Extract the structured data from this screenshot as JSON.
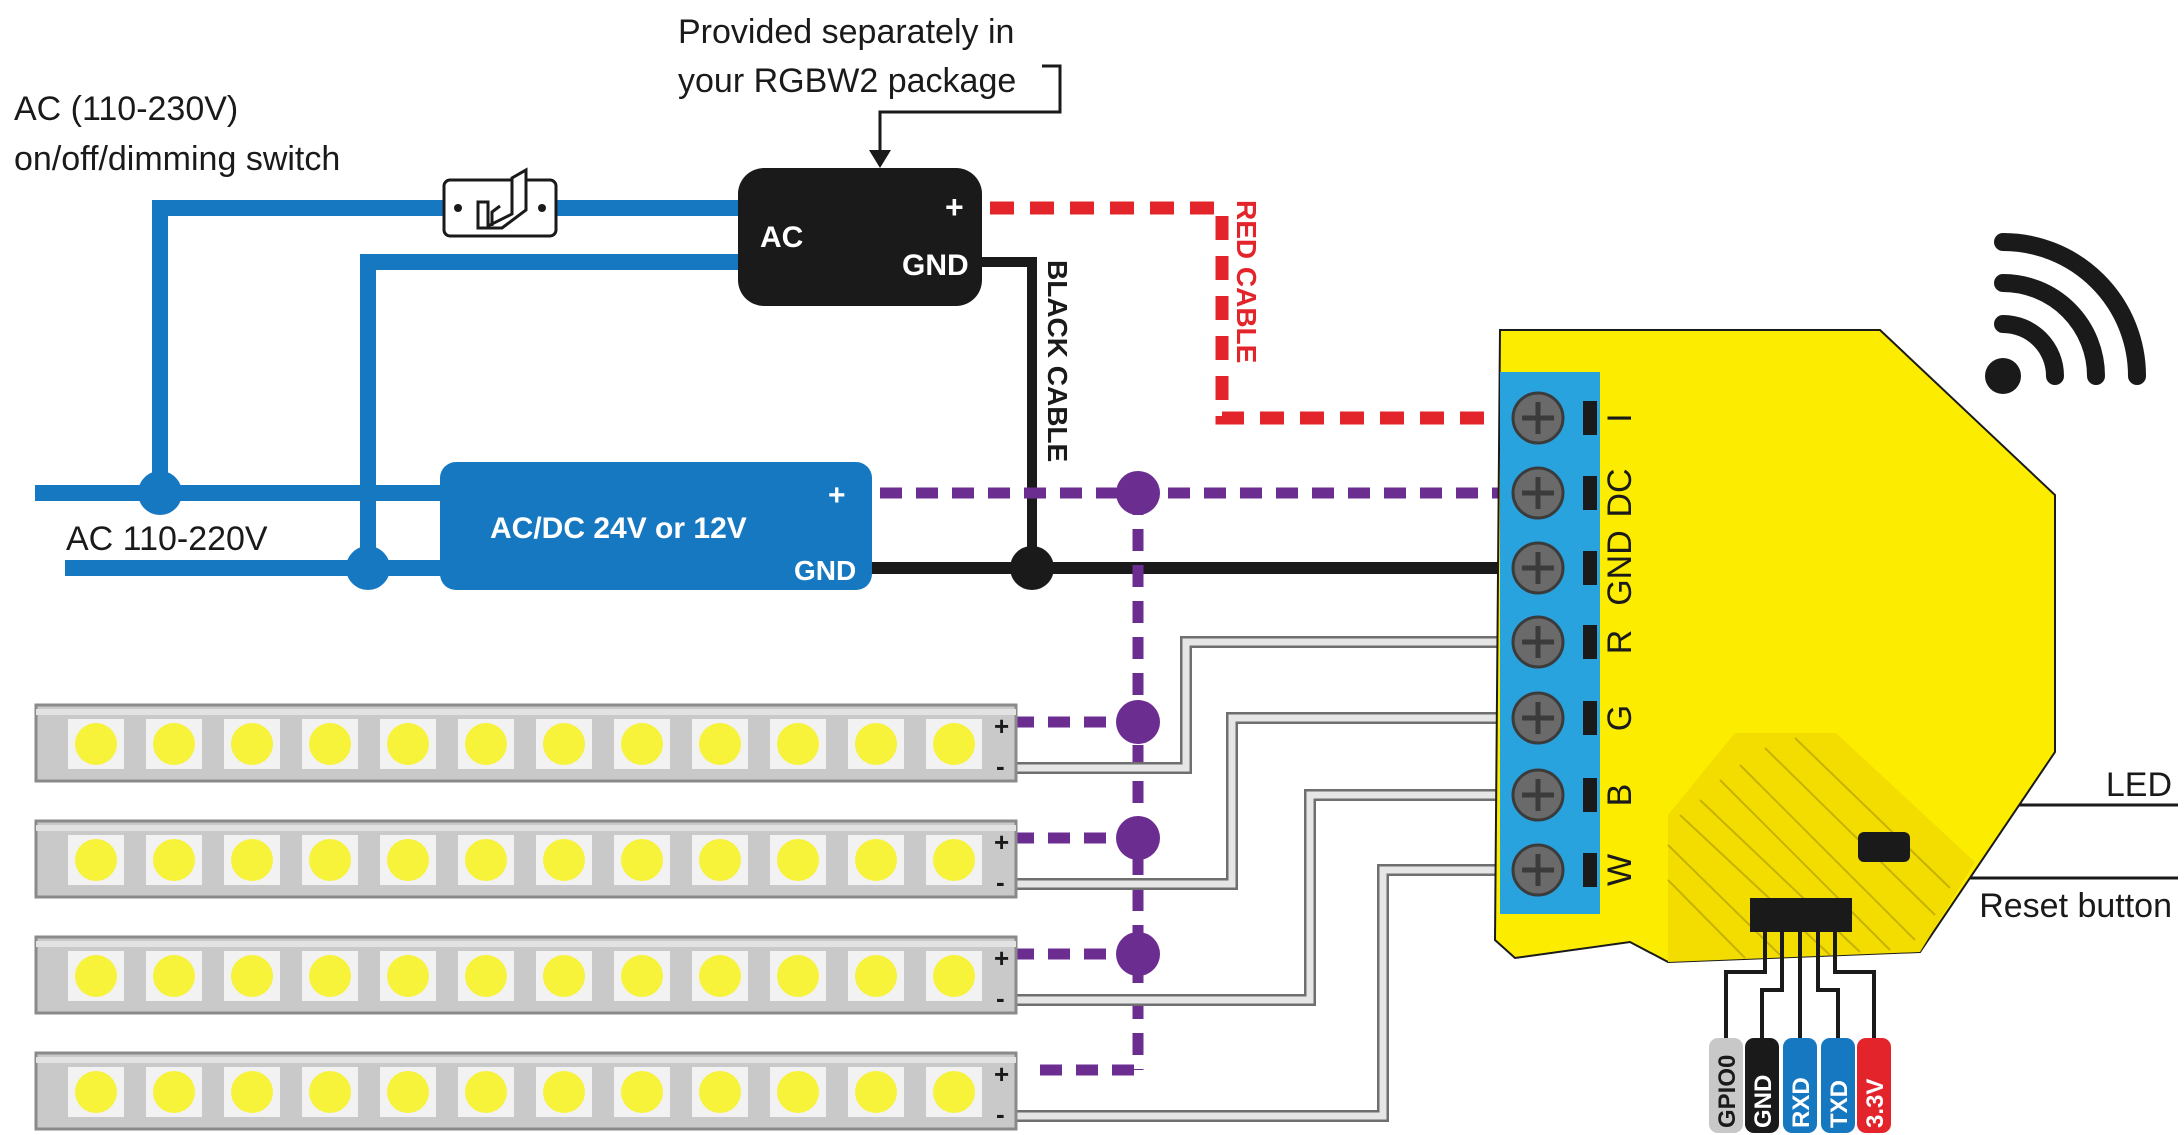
{
  "labels": {
    "provided_line1": "Provided separately in",
    "provided_line2": "your RGBW2 package",
    "switch_line1": "AC (110-230V)",
    "switch_line2": "on/off/dimming switch",
    "mains": "AC 110-220V",
    "small_ac": "AC",
    "small_plus": "+",
    "small_gnd": "GND",
    "psu_name": "AC/DC 24V or 12V",
    "psu_plus": "+",
    "psu_gnd": "GND",
    "black_cable": "BLACK CABLE",
    "red_cable": "RED CABLE",
    "led": "LED",
    "reset_button": "Reset button"
  },
  "terminals": [
    "I",
    "DC",
    "GND",
    "R",
    "G",
    "B",
    "W"
  ],
  "strips": [
    {
      "plus": "+",
      "minus": "-"
    },
    {
      "plus": "+",
      "minus": "-"
    },
    {
      "plus": "+",
      "minus": "-"
    },
    {
      "plus": "+",
      "minus": "-"
    }
  ],
  "header_pins": [
    {
      "label": "GPIO0",
      "color": "#c8c8c8",
      "text_color": "#1a1a1a"
    },
    {
      "label": "GND",
      "color": "#1a1a1a",
      "text_color": "#ffffff"
    },
    {
      "label": "RXD",
      "color": "#1778c2",
      "text_color": "#ffffff"
    },
    {
      "label": "TXD",
      "color": "#1778c2",
      "text_color": "#ffffff"
    },
    {
      "label": "3.3V",
      "color": "#e3242b",
      "text_color": "#ffffff"
    }
  ],
  "colors": {
    "ac_wire": "#1778c2",
    "dc_plus_wire": "#6b2d90",
    "red_cable": "#e3242b",
    "gnd_wire": "#1a1a1a",
    "device_body": "#fcec00",
    "terminal_block": "#29a3dd",
    "strip_body": "#c9c9c9",
    "led_chip": "#f7f23a"
  },
  "icons": {
    "switch": "switch-icon",
    "wifi": "wifi-icon"
  }
}
